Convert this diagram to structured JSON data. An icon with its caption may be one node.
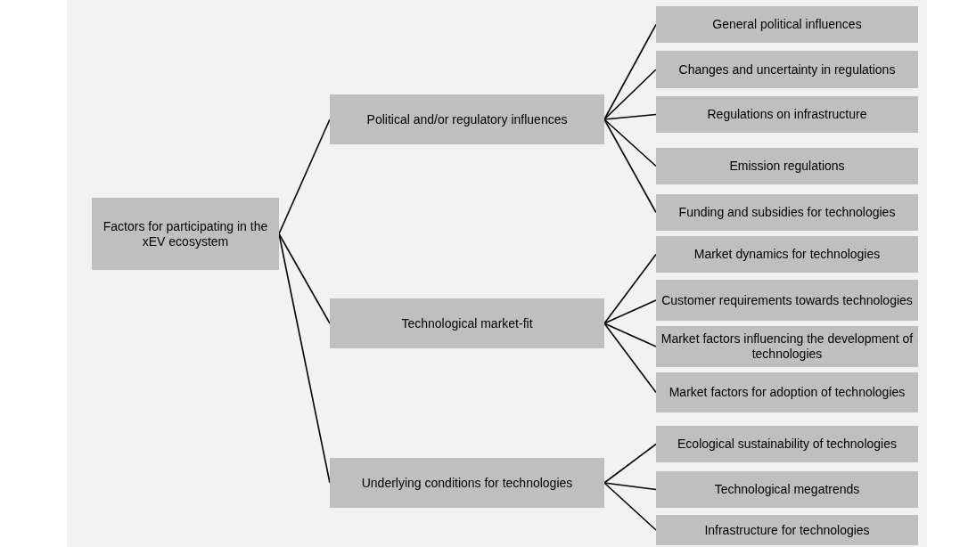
{
  "diagram": {
    "nodes": [
      {
        "text": [
          "Factors for participating in the xEV ecosystem"
        ]
      },
      {
        "text": [
          "Political and/or regulatory influences"
        ]
      },
      {
        "text": [
          "Technological market-fit"
        ]
      },
      {
        "text": [
          "Underlying conditions for technologies"
        ]
      },
      {
        "text": [
          "General political influences"
        ]
      },
      {
        "text": [
          "Changes and uncertainty in regulations"
        ]
      },
      {
        "text": [
          "Regulations on infrastructure"
        ]
      },
      {
        "text": [
          "Emission regulations"
        ]
      },
      {
        "text": [
          "Funding and subsidies for technologies"
        ]
      },
      {
        "text": [
          "Market dynamics for technologies"
        ]
      },
      {
        "text": [
          "Customer requirements towards technologies"
        ]
      },
      {
        "text": [
          "Market factors influencing the development of technologies"
        ]
      },
      {
        "text": [
          "Market factors for adoption of technologies"
        ]
      },
      {
        "text": [
          "Ecological sustainability of technologies"
        ]
      },
      {
        "text": [
          "Technological megatrends"
        ]
      },
      {
        "text": [
          "Infrastructure for technologies"
        ]
      }
    ],
    "edges": [
      {
        "from": 0,
        "to": 1,
        "arrow": "none"
      },
      {
        "from": 0,
        "to": 2,
        "arrow": "none"
      },
      {
        "from": 0,
        "to": 3,
        "arrow": "none"
      },
      {
        "from": 1,
        "to": 4,
        "arrow": "none"
      },
      {
        "from": 1,
        "to": 5,
        "arrow": "none"
      },
      {
        "from": 1,
        "to": 6,
        "arrow": "none"
      },
      {
        "from": 1,
        "to": 7,
        "arrow": "none"
      },
      {
        "from": 1,
        "to": 8,
        "arrow": "none"
      },
      {
        "from": 2,
        "to": 9,
        "arrow": "none"
      },
      {
        "from": 2,
        "to": 10,
        "arrow": "none"
      },
      {
        "from": 2,
        "to": 11,
        "arrow": "none"
      },
      {
        "from": 2,
        "to": 12,
        "arrow": "none"
      },
      {
        "from": 3,
        "to": 13,
        "arrow": "none"
      },
      {
        "from": 3,
        "to": 14,
        "arrow": "none"
      },
      {
        "from": 3,
        "to": 15,
        "arrow": "none"
      }
    ]
  }
}
